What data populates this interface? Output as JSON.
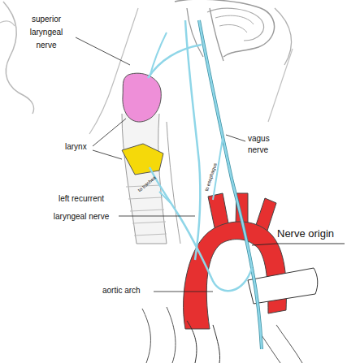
{
  "diagram": {
    "labels": [
      "superior laryngeal nerve",
      "larynx",
      "vagus nerve",
      "left recurrent laryngeal nerve",
      "aortic arch",
      "Nerve origin",
      "to trachea",
      "to esophagus"
    ]
  }
}
